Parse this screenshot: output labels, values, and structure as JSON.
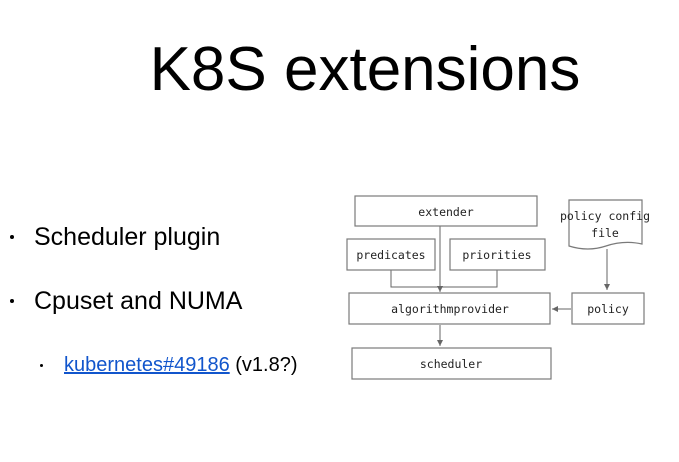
{
  "slide": {
    "title": "K8S extensions",
    "bullets": [
      {
        "text": "Scheduler plugin"
      },
      {
        "text": "Cpuset and NUMA"
      }
    ],
    "sub_bullet": {
      "link_text": "kubernetes#49186",
      "suffix": " (v1.8?)"
    },
    "link_color": "#1155cc"
  },
  "diagram": {
    "nodes": {
      "extender": "extender",
      "predicates": "predicates",
      "priorities": "priorities",
      "algorithmprovider": "algorithmprovider",
      "scheduler": "scheduler",
      "policy_config_line1": "policy config",
      "policy_config_line2": "file",
      "policy": "policy"
    },
    "edges": [
      {
        "from": "extender",
        "to": "algorithmprovider"
      },
      {
        "from": "predicates",
        "to": "algorithmprovider"
      },
      {
        "from": "priorities",
        "to": "algorithmprovider"
      },
      {
        "from": "policy config file",
        "to": "policy"
      },
      {
        "from": "policy",
        "to": "algorithmprovider"
      },
      {
        "from": "algorithmprovider",
        "to": "scheduler"
      }
    ]
  }
}
